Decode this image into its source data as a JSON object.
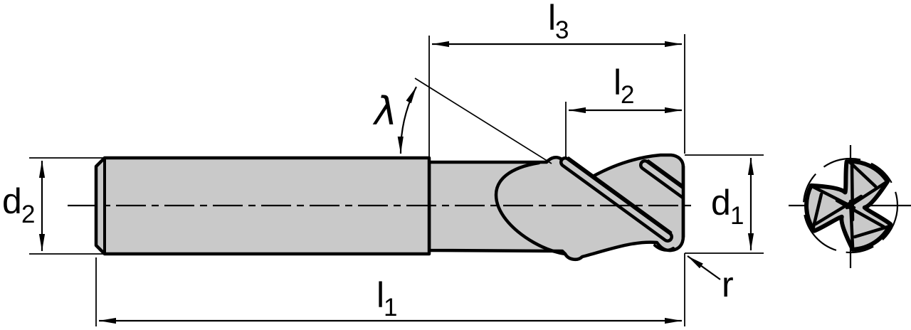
{
  "labels": {
    "l1": {
      "symbol": "l",
      "subscript": "1"
    },
    "l2": {
      "symbol": "l",
      "subscript": "2"
    },
    "l3": {
      "symbol": "l",
      "subscript": "3"
    },
    "d1": {
      "symbol": "d",
      "subscript": "1"
    },
    "d2": {
      "symbol": "d",
      "subscript": "2"
    },
    "lambda": {
      "symbol": "λ"
    },
    "r": {
      "symbol": "r"
    }
  },
  "colors": {
    "body_fill": "#c9c9c9",
    "line": "#000000",
    "background": "#ffffff"
  }
}
